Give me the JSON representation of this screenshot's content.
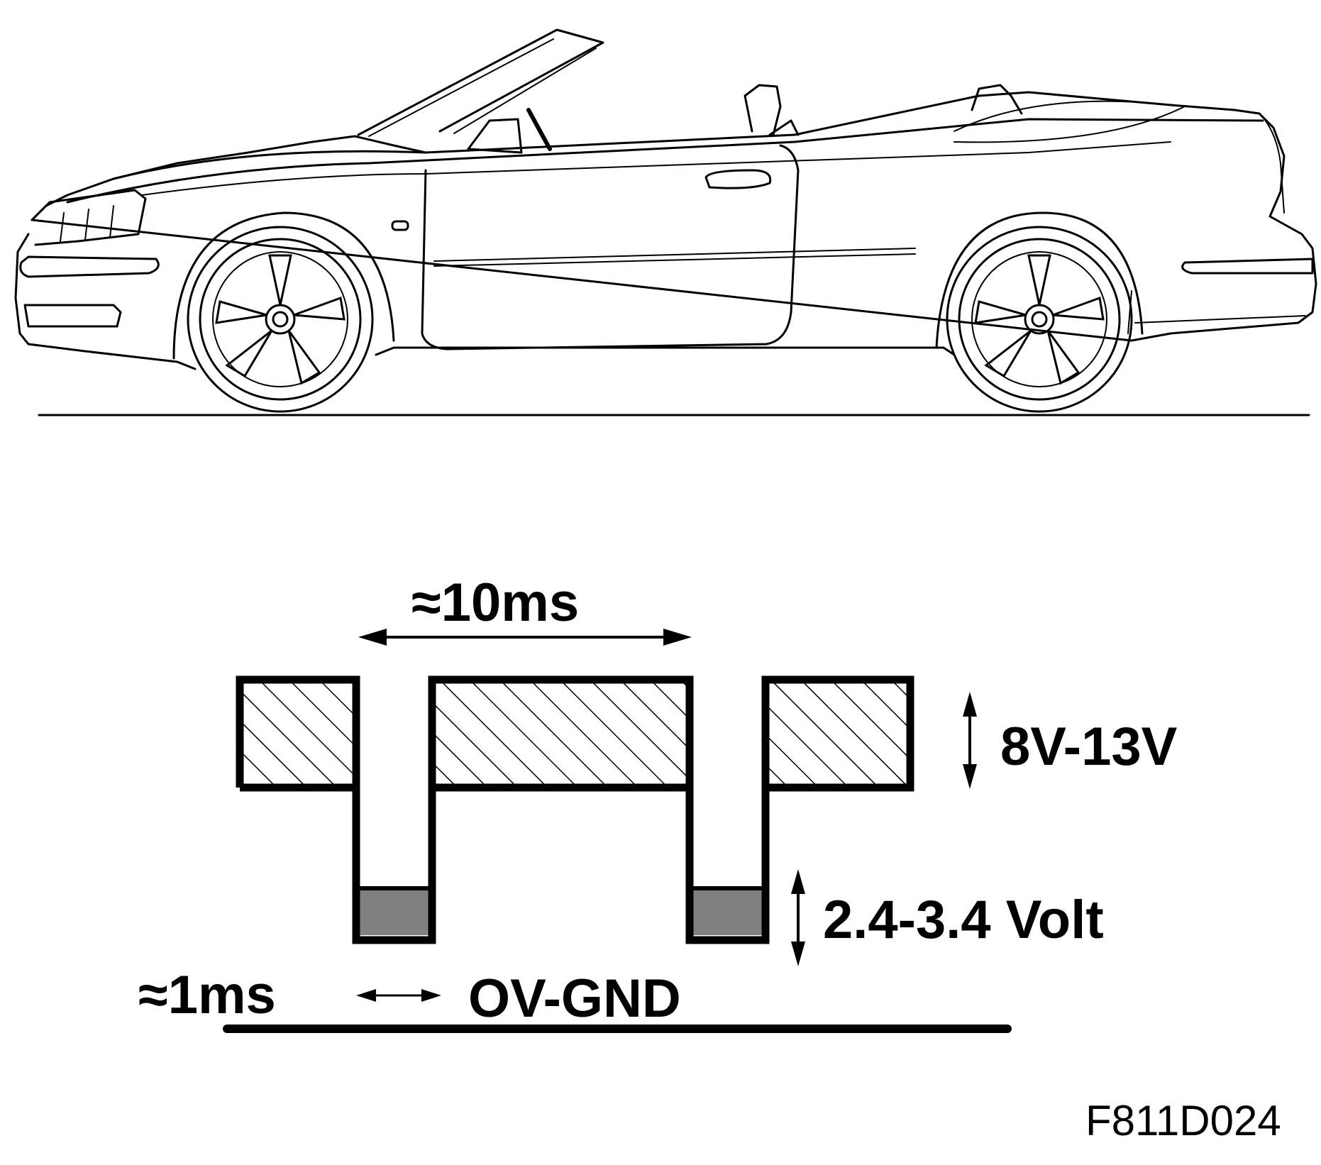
{
  "labels": {
    "period": "≈10ms",
    "high_level": "8V-13V",
    "low_level": "2.4-3.4 Volt",
    "pulse_width": "≈1ms",
    "ground": "OV-GND",
    "figure_code": "F811D024"
  },
  "colors": {
    "line": "#000000",
    "low_fill": "#808080",
    "background": "#ffffff"
  },
  "icons": {
    "vehicle": "convertible-car-side-view-icon"
  }
}
